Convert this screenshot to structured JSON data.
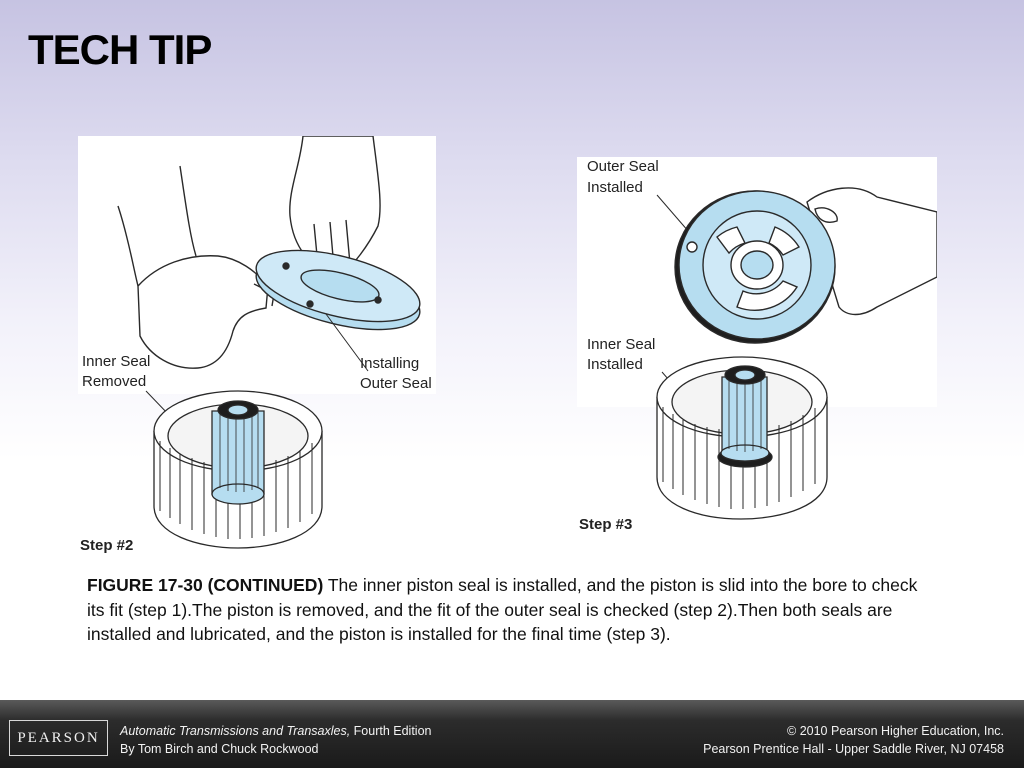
{
  "slide": {
    "title": "TECH TIP"
  },
  "figure_left": {
    "label_inner": [
      "Inner Seal",
      "Removed"
    ],
    "label_outer": [
      "Installing",
      "Outer Seal"
    ],
    "step": "Step #2"
  },
  "figure_right": {
    "label_outer": [
      "Outer Seal",
      "Installed"
    ],
    "label_inner": [
      "Inner Seal",
      "Installed"
    ],
    "step": "Step #3"
  },
  "caption": {
    "heading": "FIGURE 17-30 (CONTINUED)",
    "text": " The inner piston seal is installed, and the piston is slid into the bore to check its fit (step 1).The piston is removed, and the fit of the outer seal is checked (step 2).Then both seals are installed and lubricated, and the piston is installed for the final time (step 3)."
  },
  "footer": {
    "logo": "PEARSON",
    "book_title": "Automatic Transmissions and Transaxles,",
    "edition": " Fourth Edition",
    "authors": "By Tom Birch and Chuck Rockwood",
    "copyright": "© 2010 Pearson Higher Education, Inc.",
    "publisher": "Pearson Prentice Hall - Upper Saddle River, NJ 07458"
  },
  "colors": {
    "part_fill": "#b6ddf0",
    "line": "#2a2a2a",
    "footer_bg": "#1a1a1a"
  }
}
